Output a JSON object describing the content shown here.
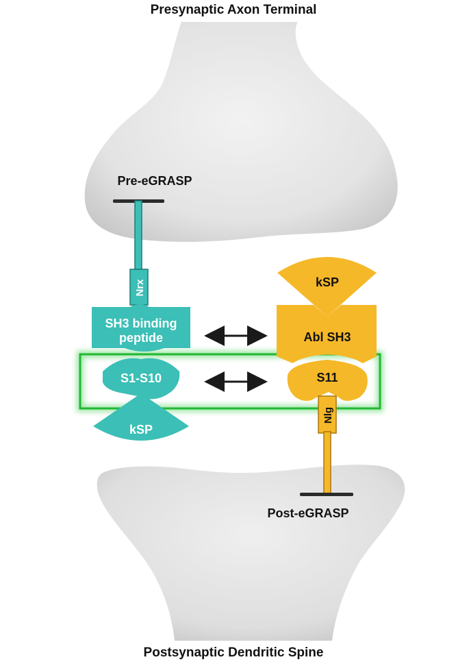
{
  "titles": {
    "top": "Presynaptic Axon Terminal",
    "bottom": "Postsynaptic Dendritic Spine"
  },
  "pre": {
    "label": "Pre-eGRASP",
    "anchor": "Nrx",
    "binding": [
      "SH3 binding",
      "peptide"
    ],
    "split": "S1-S10",
    "ksp": "kSP"
  },
  "post": {
    "label": "Post-eGRASP",
    "anchor": "Nlg",
    "binding": "Abl SH3",
    "split": "S11",
    "ksp": "kSP"
  },
  "colors": {
    "teal": "#3bbfb6",
    "teal_dark": "#1e7a75",
    "orange": "#f5b829",
    "orange_dark": "#a8760c",
    "green_glow": "#29c93c",
    "membrane": "#e6e6e6"
  }
}
